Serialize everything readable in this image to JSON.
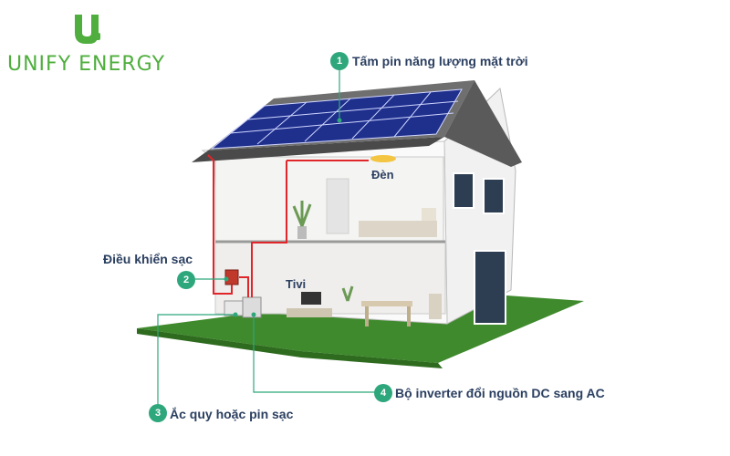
{
  "brand": {
    "name": "UNIFY ENERGY",
    "icon": "unify-u-logo-icon"
  },
  "components": [
    {
      "number": "1",
      "label": "Tấm pin năng lượng mặt trời"
    },
    {
      "number": "2",
      "label": "Điều khiển sạc"
    },
    {
      "number": "3",
      "label": "Ắc quy hoặc pin sạc"
    },
    {
      "number": "4",
      "label": "Bộ inverter đổi nguồn DC sang AC"
    }
  ],
  "rooms": {
    "lamp": "Đèn",
    "tv": "Tivi"
  },
  "colors": {
    "accent": "#2fa77c",
    "brand": "#4fae3d",
    "wire": "#e0262b",
    "panel": "#1f2f8c",
    "lawn": "#3f8a2c",
    "label": "#2b3f60"
  }
}
